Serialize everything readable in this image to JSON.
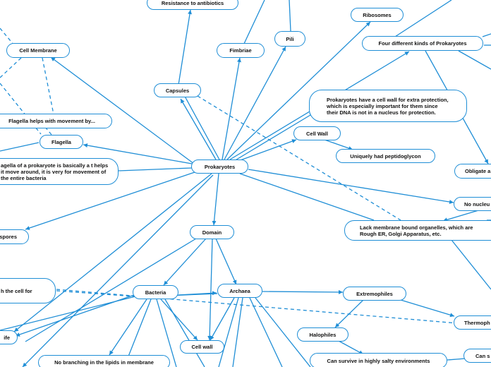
{
  "colors": {
    "line": "#1f8ed6",
    "node_border": "#1f8ed6",
    "text": "#111111",
    "background": "#ffffff"
  },
  "nodes": {
    "prokaryotes": "Prokaryotes",
    "resistance": "Resistance to antibiotics",
    "ribosomes": "Ribosomes",
    "pili": "Pili",
    "fimbriae": "Fimbriae",
    "four_kinds": "Four different kinds of Prokaryotes",
    "cell_membrane": "Cell Membrane",
    "capsules": "Capsules",
    "cell_wall_text": "Prokaryotes have a cell wall for extra protection, which is especially important for them since their DNA is not in a nucleus for protection.",
    "flagella_movement": "Flagella helps with movement by...",
    "flagella": "Flagella",
    "cell_wall": "Cell Wall",
    "peptidoglycon": "Uniquely had peptidoglycon",
    "obligate": "Obligate a",
    "flagella_text": "agella of a prokaryote is basically a t helps it move around, it is very for movement of the entire bacteria",
    "no_nucleus": "No nucleu",
    "spores": "spores",
    "domain": "Domain",
    "organelles": "Lack membrane bound organelles, which are Rough ER, Golgi Apparatus, etc.",
    "cell_text": "h the cell for",
    "bacteria": "Bacteria",
    "archaea": "Archaea",
    "extremophiles": "Extremophiles",
    "thermophiles": "Thermoph",
    "halophiles": "Halophiles",
    "life": "ife",
    "cell_wall_2": "Cell wall",
    "no_branching": "No branching in the lipids in membrane",
    "salty": "Can survive in highly salty environments",
    "can_s": "Can s"
  }
}
